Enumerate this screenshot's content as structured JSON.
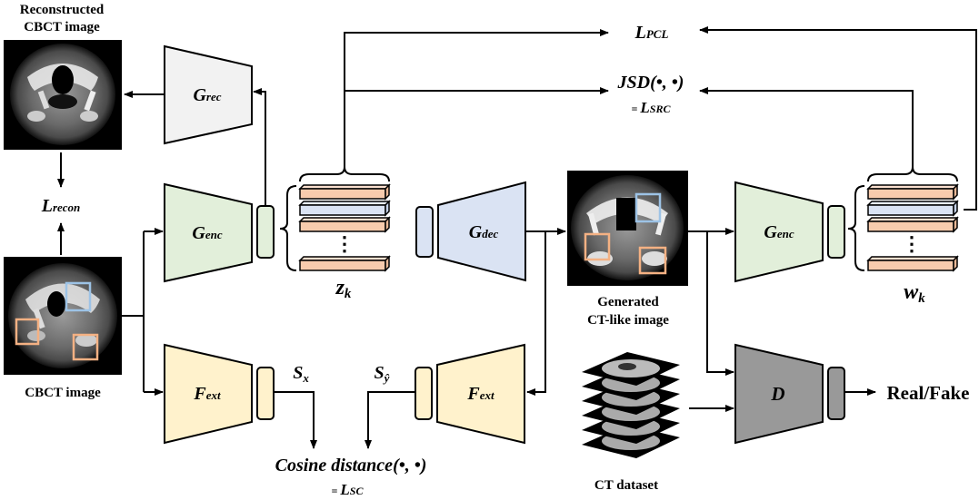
{
  "labels": {
    "recon_image": [
      "Reconstructed",
      "CBCT image"
    ],
    "cbct_image": "CBCT image",
    "generated_image": [
      "Generated",
      "CT-like image"
    ],
    "ct_dataset": "CT dataset",
    "real_fake": "Real/Fake"
  },
  "modules": {
    "g_rec": {
      "main": "G",
      "sub": "rec"
    },
    "g_enc_left": {
      "main": "G",
      "sub": "enc"
    },
    "g_dec": {
      "main": "G",
      "sub": "dec"
    },
    "g_enc_right": {
      "main": "G",
      "sub": "enc"
    },
    "f_ext_left": {
      "main": "F",
      "sub": "ext"
    },
    "f_ext_right": {
      "main": "F",
      "sub": "ext"
    },
    "disc": "D"
  },
  "losses": {
    "recon": {
      "main": "L",
      "sub": "recon"
    },
    "pcl": {
      "main": "L",
      "sub": "PCL"
    },
    "jsd": "JSD(•, •)",
    "src": {
      "prefix": "= ",
      "main": "L",
      "sub": "SRC"
    },
    "cosine": "Cosine distance(•, •)",
    "sc": {
      "prefix": "= ",
      "main": "L",
      "sub": "SC"
    }
  },
  "features": {
    "z": {
      "main": "z",
      "sub": "k"
    },
    "w": {
      "main": "w",
      "sub": "k"
    },
    "s_x": {
      "main": "S",
      "sub": "x"
    },
    "s_y": {
      "main": "S",
      "sub": "ŷ"
    },
    "dots": "⋮"
  },
  "colors": {
    "enc": "#e2efda",
    "rec": "#f2f2f2",
    "dec": "#dae3f3",
    "ext": "#fff2cc",
    "disc": "#999999",
    "feat_orange": "#f8cbad",
    "feat_blue": "#dae3f3",
    "roi_orange": "#f4b183",
    "roi_blue": "#9dc3e6"
  }
}
